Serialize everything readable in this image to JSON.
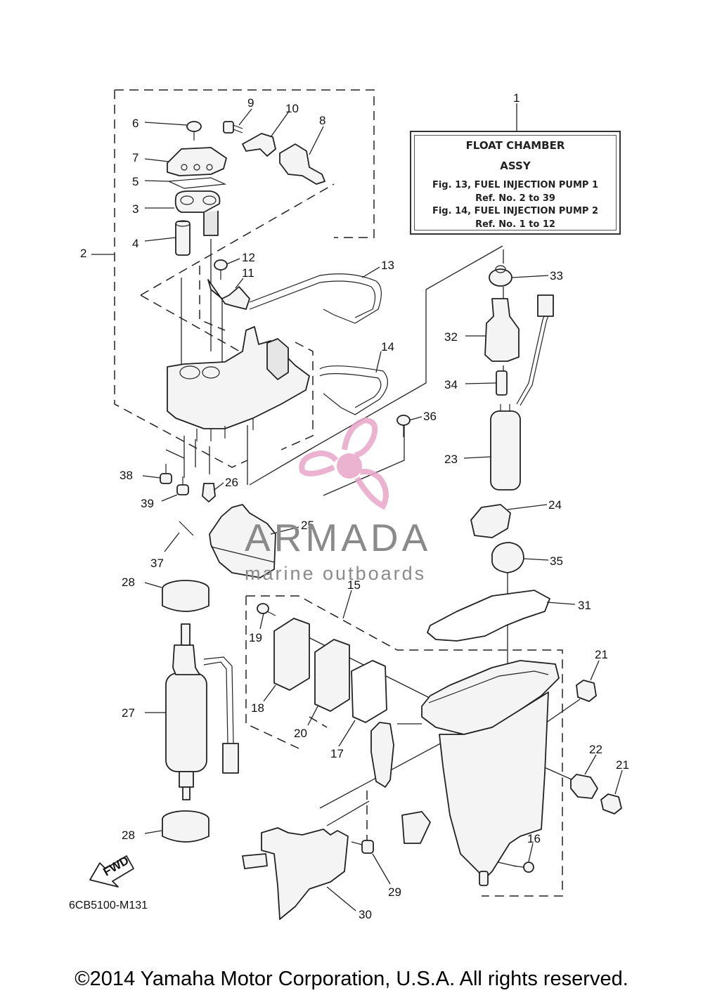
{
  "note": {
    "line1": "FLOAT CHAMBER",
    "line2": "ASSY",
    "line3": "Fig. 13, FUEL INJECTION PUMP 1",
    "line4": "Ref. No. 2 to 39",
    "line5": "Fig. 14, FUEL INJECTION PUMP 2",
    "line6": "Ref. No. 1 to 12"
  },
  "callouts": [
    "1",
    "2",
    "3",
    "4",
    "5",
    "6",
    "7",
    "8",
    "9",
    "10",
    "11",
    "12",
    "13",
    "14",
    "15",
    "16",
    "17",
    "18",
    "19",
    "20",
    "21",
    "21",
    "22",
    "23",
    "24",
    "25",
    "26",
    "27",
    "28",
    "28",
    "29",
    "30",
    "31",
    "32",
    "33",
    "34",
    "35",
    "36",
    "37",
    "38",
    "39"
  ],
  "fwd_label": "FWD",
  "diagram_code": "6CB5100-M131",
  "watermark": {
    "brand": "ARMADA",
    "tagline": "marine outboards",
    "logo_color": "#e8a6c8"
  },
  "copyright": "©2014 Yamaha Motor Corporation, U.S.A. All rights reserved."
}
